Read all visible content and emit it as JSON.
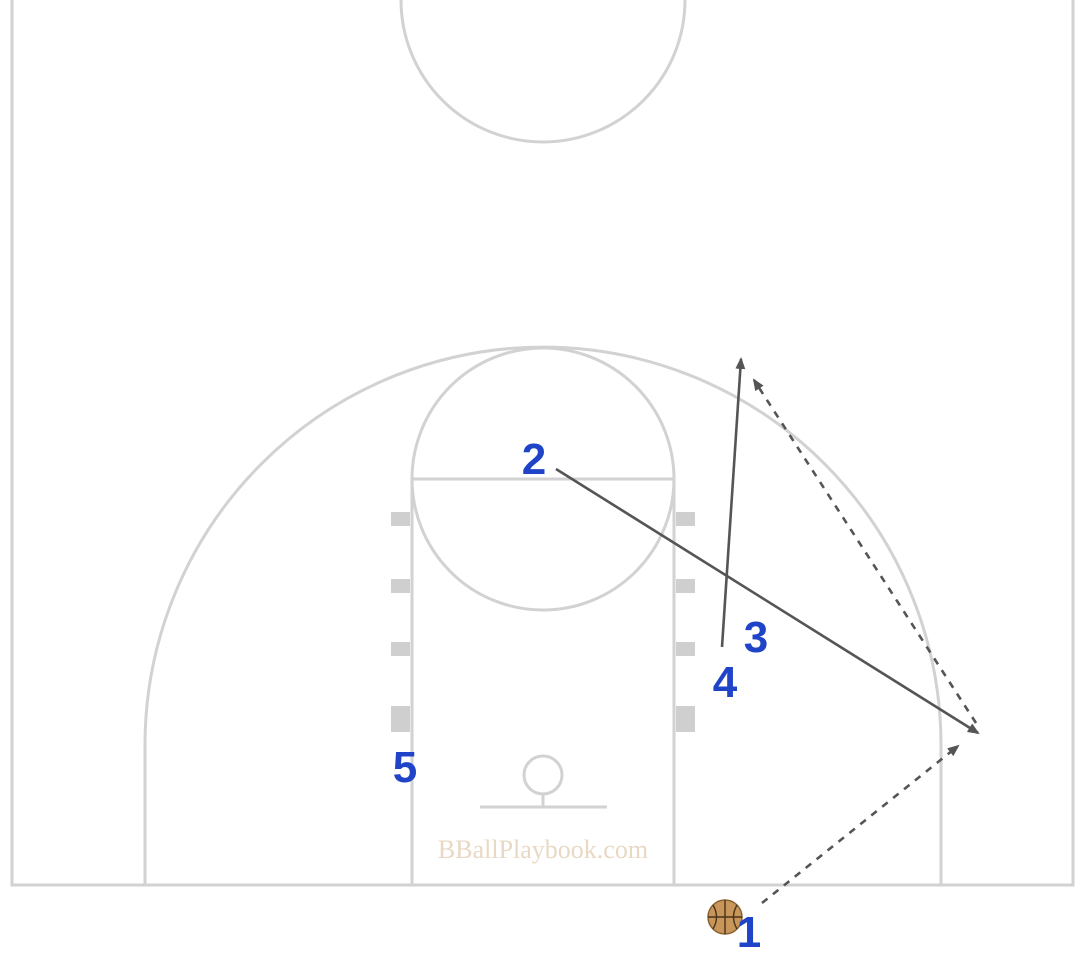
{
  "watermark": "BBallPlaybook.com",
  "players": [
    {
      "id": "1",
      "label": "1",
      "has_ball": true
    },
    {
      "id": "2",
      "label": "2",
      "has_ball": false
    },
    {
      "id": "3",
      "label": "3",
      "has_ball": false
    },
    {
      "id": "4",
      "label": "4",
      "has_ball": false
    },
    {
      "id": "5",
      "label": "5",
      "has_ball": false
    }
  ],
  "actions": [
    {
      "type": "cut",
      "player": "2"
    },
    {
      "type": "cut",
      "player": "4"
    },
    {
      "type": "pass",
      "from": "1",
      "to": "right wing"
    },
    {
      "type": "pass",
      "from": "right wing",
      "to": "top right"
    }
  ],
  "colors": {
    "court_lines": "#d2d2d2",
    "player_labels": "#1f44c8",
    "action_lines": "#555555",
    "ball": "#c8955a",
    "watermark": "#e8d8c4"
  },
  "icons": {
    "ball": "basketball-icon"
  }
}
